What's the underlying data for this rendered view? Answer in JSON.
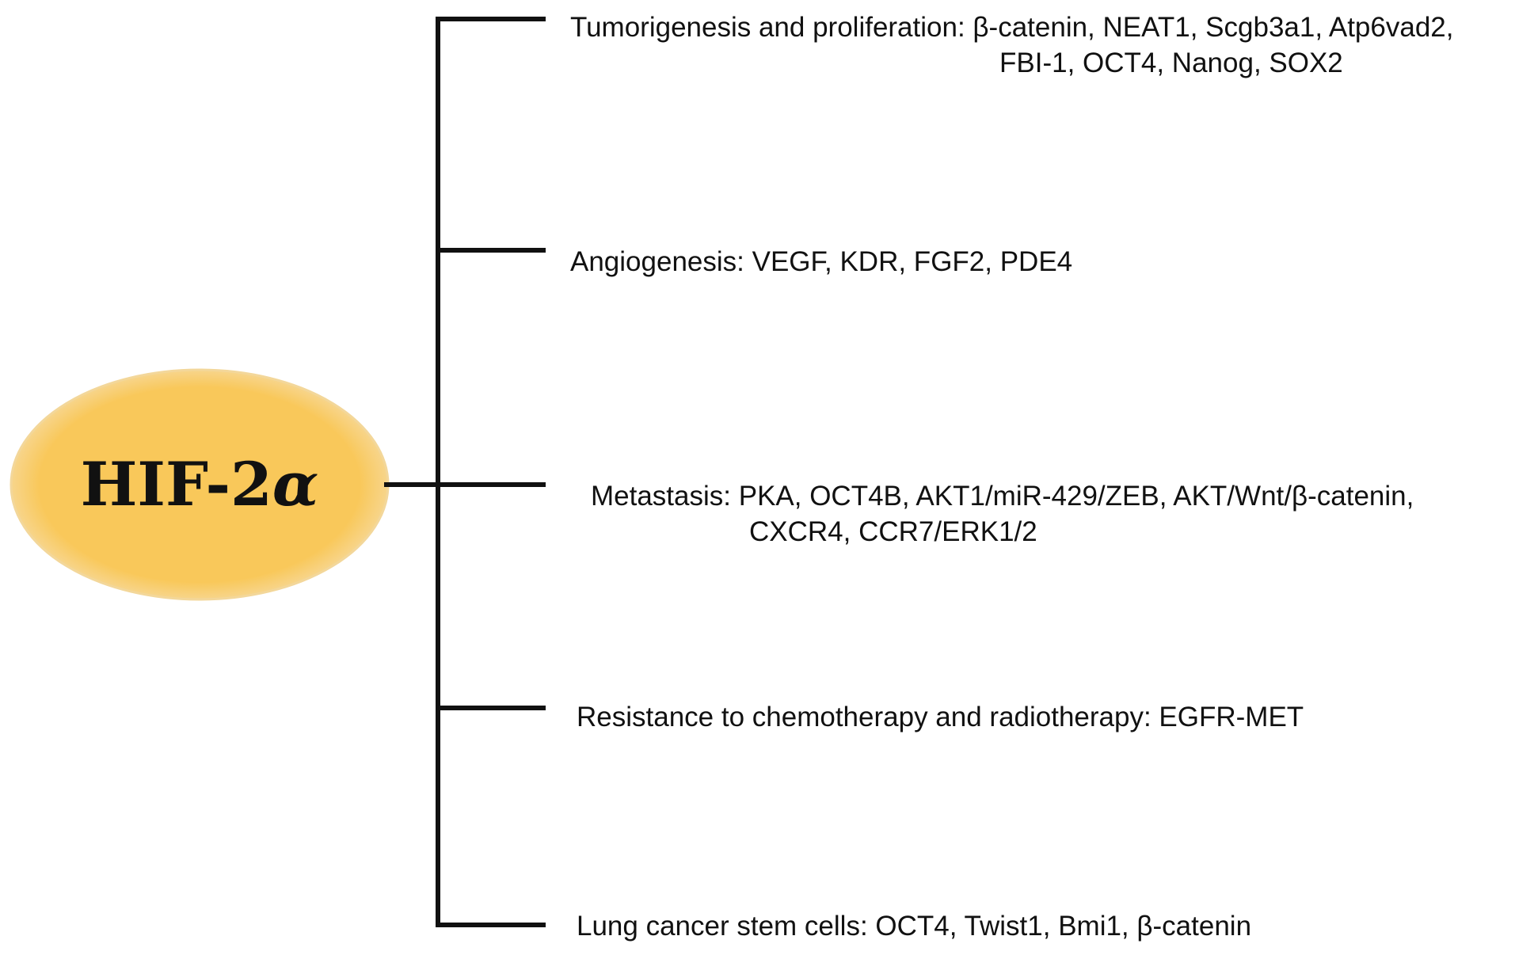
{
  "center_node": {
    "label_main": "HIF-2",
    "label_symbol": "α",
    "fill_color": "#f9c85a",
    "edge_color": "#f3d79a"
  },
  "branches": [
    {
      "id": "tumorigenesis",
      "line1": "Tumorigenesis and proliferation: β-catenin, NEAT1, Scgb3a1, Atp6vad2,",
      "line2": "FBI-1, OCT4, Nanog, SOX2"
    },
    {
      "id": "angiogenesis",
      "line1": "Angiogenesis: VEGF, KDR, FGF2, PDE4",
      "line2": ""
    },
    {
      "id": "metastasis",
      "line1": "Metastasis: PKA, OCT4B, AKT1/miR-429/ZEB, AKT/Wnt/β-catenin,",
      "line2": "CXCR4, CCR7/ERK1/2"
    },
    {
      "id": "resistance",
      "line1": "Resistance to chemotherapy and radiotherapy: EGFR-MET",
      "line2": ""
    },
    {
      "id": "stem-cells",
      "line1": "Lung cancer stem cells: OCT4, Twist1, Bmi1, β-catenin",
      "line2": ""
    }
  ]
}
